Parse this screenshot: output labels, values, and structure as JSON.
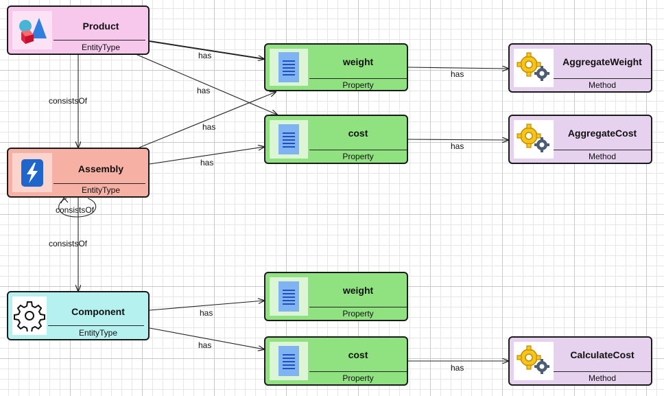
{
  "entity_types": {
    "product": {
      "name": "Product",
      "type": "EntityType"
    },
    "assembly": {
      "name": "Assembly",
      "type": "EntityType"
    },
    "component": {
      "name": "Component",
      "type": "EntityType"
    }
  },
  "properties": {
    "weight_1": {
      "name": "weight",
      "type": "Property"
    },
    "cost_1": {
      "name": "cost",
      "type": "Property"
    },
    "weight_2": {
      "name": "weight",
      "type": "Property"
    },
    "cost_2": {
      "name": "cost",
      "type": "Property"
    }
  },
  "methods": {
    "aggregate_weight": {
      "name": "AggregateWeight",
      "type": "Method"
    },
    "aggregate_cost": {
      "name": "AggregateCost",
      "type": "Method"
    },
    "calculate_cost": {
      "name": "CalculateCost",
      "type": "Method"
    }
  },
  "edge_labels": {
    "product_weight": "has",
    "product_cost": "has",
    "assembly_weight": "has",
    "assembly_cost": "has",
    "weight_method": "has",
    "cost_method": "has",
    "component_weight": "has",
    "component_cost": "has",
    "cost2_method": "has",
    "product_assembly": "consistsOf",
    "assembly_self": "consistsOf",
    "assembly_component": "consistsOf"
  },
  "colors": {
    "entity_product": "#f7c8ec",
    "entity_assembly": "#f7b0a4",
    "entity_component": "#b4f1ef",
    "property": "#8fe27f",
    "method": "#e6d1ee"
  },
  "icons": {
    "product": "shapes-icon",
    "assembly": "lightning-icon",
    "component": "gear-icon",
    "property": "document-icon",
    "method": "gears-icon"
  }
}
